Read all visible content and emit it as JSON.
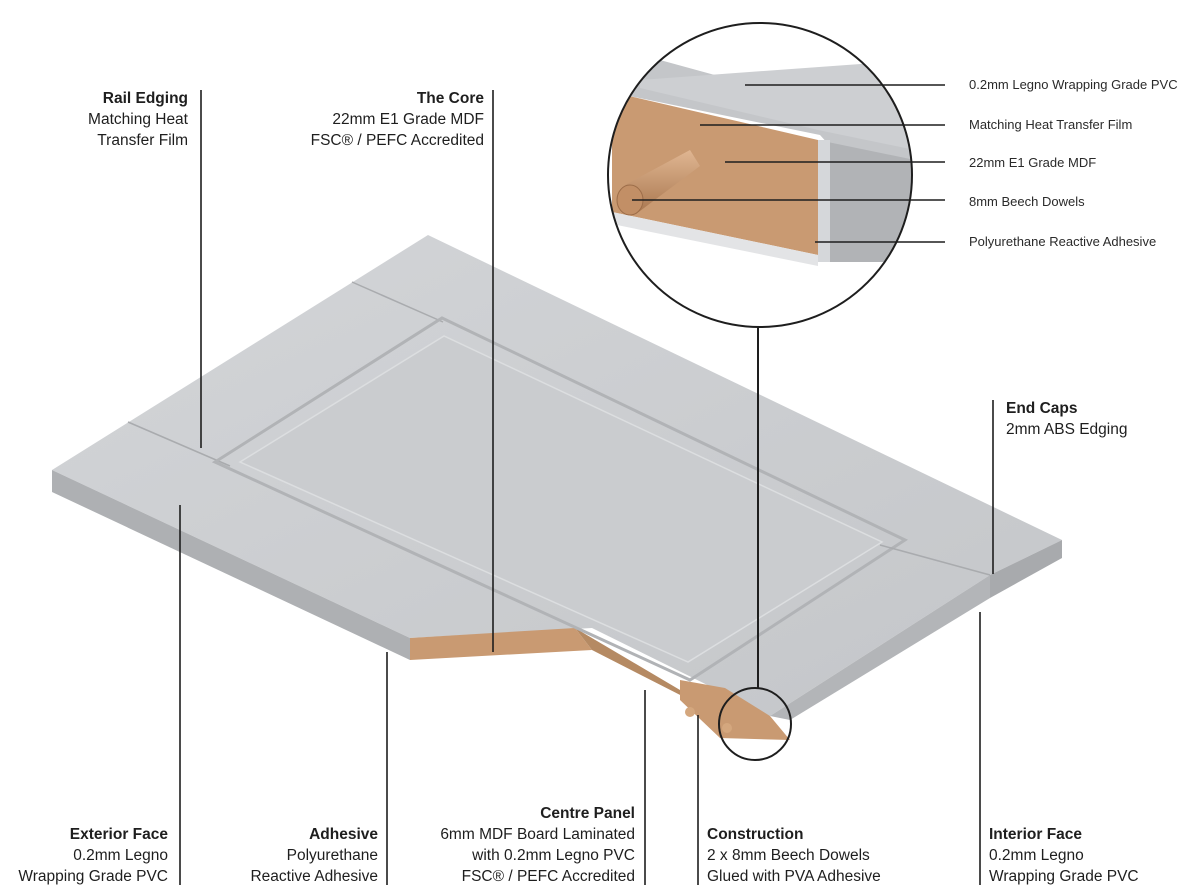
{
  "labels": {
    "rail_edging": {
      "title": "Rail Edging",
      "lines": [
        "Matching Heat",
        "Transfer Film"
      ]
    },
    "the_core": {
      "title": "The Core",
      "lines": [
        "22mm E1 Grade MDF",
        "FSC® / PEFC Accredited"
      ]
    },
    "end_caps": {
      "title": "End Caps",
      "lines": [
        "2mm ABS Edging"
      ]
    },
    "exterior_face": {
      "title": "Exterior Face",
      "lines": [
        "0.2mm Legno",
        "Wrapping Grade PVC"
      ]
    },
    "adhesive": {
      "title": "Adhesive",
      "lines": [
        "Polyurethane",
        "Reactive Adhesive"
      ]
    },
    "centre_panel": {
      "title": "Centre Panel",
      "lines": [
        "6mm MDF Board Laminated",
        "with 0.2mm Legno PVC",
        "FSC® / PEFC Accredited"
      ]
    },
    "construction": {
      "title": "Construction",
      "lines": [
        "2 x 8mm Beech Dowels",
        "Glued with PVA Adhesive"
      ]
    },
    "interior_face": {
      "title": "Interior Face",
      "lines": [
        "0.2mm Legno",
        "Wrapping Grade PVC"
      ]
    }
  },
  "callouts": [
    "0.2mm Legno Wrapping Grade PVC",
    "Matching Heat Transfer Film",
    "22mm E1 Grade MDF",
    "8mm Beech Dowels",
    "Polyurethane Reactive Adhesive"
  ],
  "colors": {
    "door_top": "#c9cbce",
    "door_side": "#aeb0b3",
    "mdf": "#c99a72",
    "leader": "#1e1e1e"
  }
}
